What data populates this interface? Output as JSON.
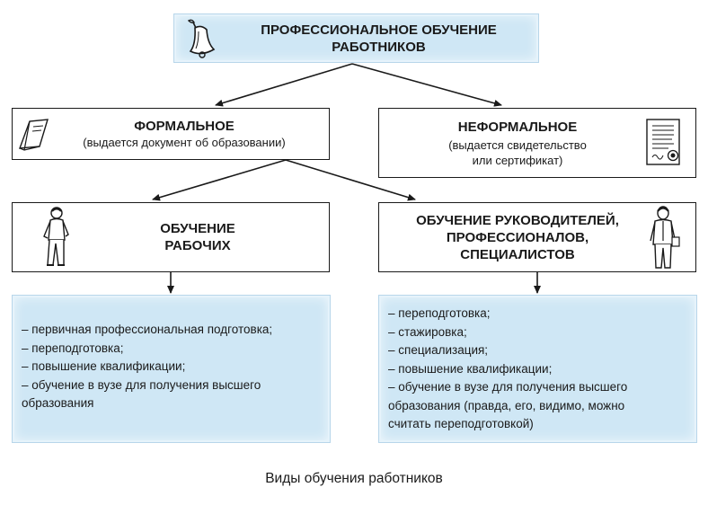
{
  "colors": {
    "box_fill_blue": "#cfe7f5",
    "outline": "#1a1a1a"
  },
  "top": {
    "icon": "bell-icon",
    "line1": "ПРОФЕССИОНАЛЬНОЕ ОБУЧЕНИЕ",
    "line2": "РАБОТНИКОВ"
  },
  "formal": {
    "icon": "folded-document-icon",
    "title": "ФОРМАЛЬНОЕ",
    "subtitle": "(выдается документ об образовании)"
  },
  "informal": {
    "icon": "certificate-icon",
    "title": "НЕФОРМАЛЬНОЕ",
    "subtitle_line1": "(выдается свидетельство",
    "subtitle_line2": "или сертификат)"
  },
  "workers": {
    "icon": "worker-figure-icon",
    "line1": "ОБУЧЕНИЕ",
    "line2": "РАБОЧИХ"
  },
  "managers": {
    "icon": "manager-figure-icon",
    "line1": "ОБУЧЕНИЕ РУКОВОДИТЕЛЕЙ,",
    "line2": "ПРОФЕССИОНАЛОВ,",
    "line3": "СПЕЦИАЛИСТОВ"
  },
  "workers_list": [
    "– первичная профессиональная подготовка;",
    "– переподготовка;",
    "– повышение квалификации;",
    "– обучение в вузе для получения высшего",
    "образования"
  ],
  "managers_list": [
    "– переподготовка;",
    "– стажировка;",
    "– специализация;",
    "– повышение квалификации;",
    "– обучение в вузе для получения высшего",
    "образования (правда, его, видимо, можно",
    "считать переподготовкой)"
  ],
  "caption": "Виды обучения работников"
}
